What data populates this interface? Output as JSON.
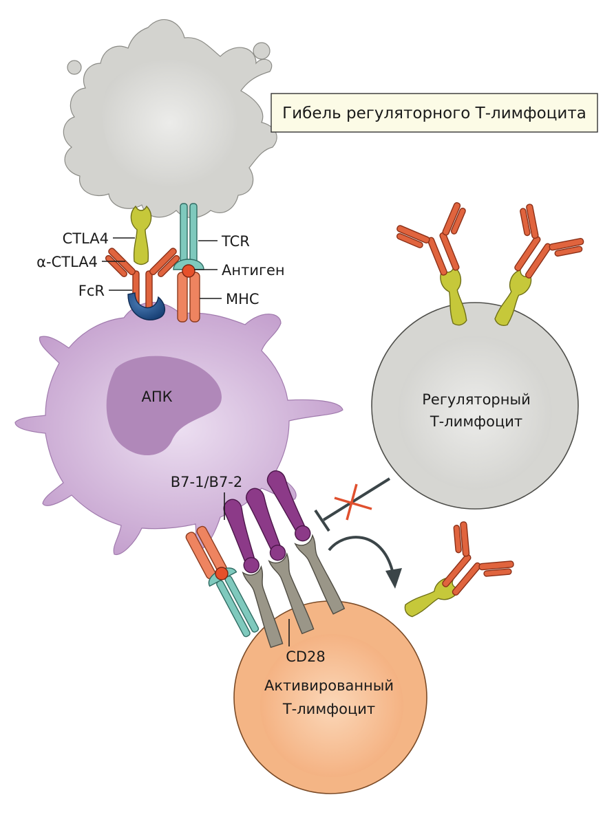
{
  "caption": "Гибель регуляторного Т-лимфоцита",
  "labels": {
    "ctla4": "CTLA4",
    "alpha_ctla4": "α-CTLA4",
    "fcr": "FcR",
    "tcr": "TCR",
    "antigen": "Антиген",
    "mhc": "MHC",
    "apc": "АПК",
    "b7": "B7-1/B7-2",
    "cd28": "CD28"
  },
  "cells": {
    "regulatory_line1": "Регуляторный",
    "regulatory_line2": "Т-лимфоцит",
    "activated_line1": "Активированный",
    "activated_line2": "Т-лимфоцит"
  },
  "colors": {
    "apc": "#c7a3cf",
    "dying_cell": "#d6d6d2",
    "regulatory_cell": "#d9d9d6",
    "activated_cell": "#f6b98a",
    "antibody": "#e0643e",
    "ctla4": "#c6c83a",
    "tcr": "#7fc9bd",
    "mhc": "#ee8460",
    "fcr": "#234f88",
    "b7": "#7e2c7a",
    "cd28": "#9a9688",
    "inhibition_cross": "#e0502e"
  }
}
